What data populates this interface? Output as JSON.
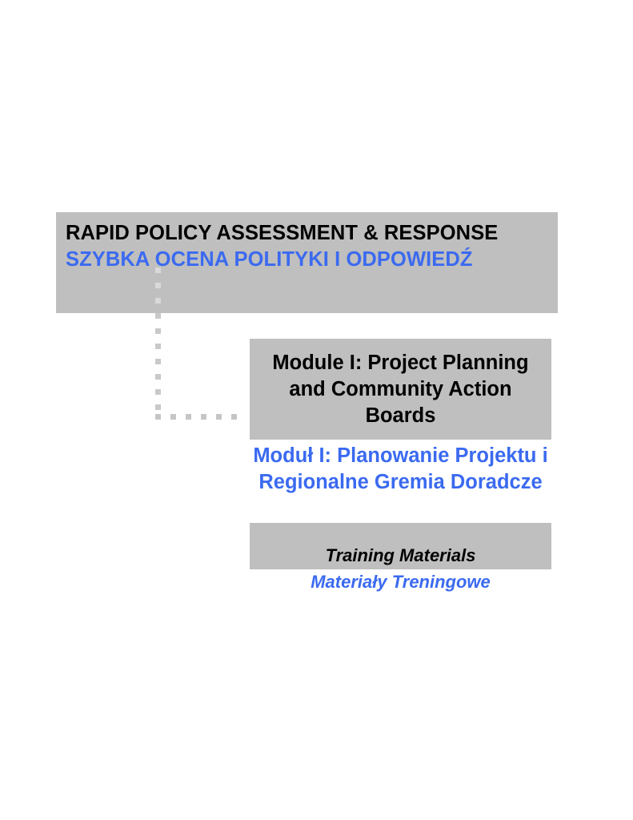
{
  "page": {
    "background_color": "#ffffff",
    "box_fill_color": "#bfbfbf",
    "accent_blue": "#3b6af0",
    "primary_text_color": "#000000",
    "connector_dot_color": "#d0d0d0"
  },
  "title_box": {
    "english": "RAPID POLICY ASSESSMENT & RESPONSE",
    "polish": "SZYBKA OCENA POLITYKI I ODPOWIEDŹ"
  },
  "connector": {
    "style": "dotted-elbow",
    "segments": [
      "vertical",
      "horizontal"
    ]
  },
  "module_box": {
    "english": "Module I: Project Planning and Community Action Boards",
    "polish": "Moduł I: Planowanie Projektu i Regionalne Gremia Doradcze"
  },
  "training_box": {
    "english": "Training Materials",
    "polish": "Materiały Treningowe"
  }
}
